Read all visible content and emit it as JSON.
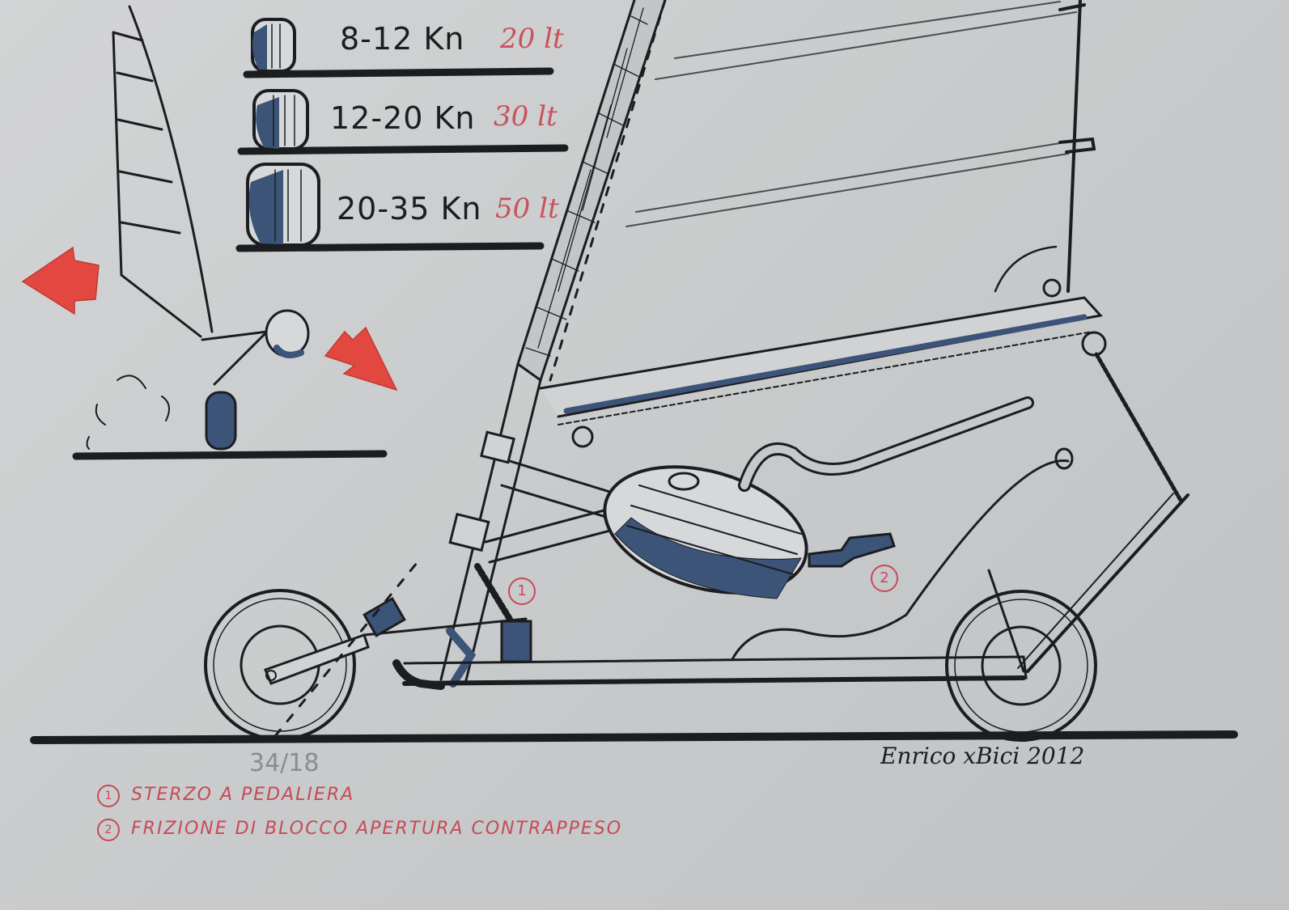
{
  "drawing": {
    "type": "hand-drawn design sketch",
    "subject": "land yacht / sail scooter with ballast barrel",
    "colors": {
      "paper": "#c9cbcc",
      "ink": "#1c1d20",
      "blue_marker": "#3c5478",
      "red_marker": "#e2483f",
      "red_text": "#c84a55"
    }
  },
  "ballast_table": [
    {
      "wind": "8-12 Kn",
      "volume": "20 lt"
    },
    {
      "wind": "12-20 Kn",
      "volume": "30 lt"
    },
    {
      "wind": "20-35 Kn",
      "volume": "50 lt"
    }
  ],
  "callouts": [
    {
      "number": "1"
    },
    {
      "number": "2"
    }
  ],
  "legend": [
    {
      "number": "1",
      "text": "STERZO A PEDALIERA"
    },
    {
      "number": "2",
      "text": "FRIZIONE DI BLOCCO APERTURA CONTRAPPESO"
    }
  ],
  "pencil_note": "34/18",
  "signature": "Enrico xBici 2012",
  "arrows": [
    {
      "direction": "left",
      "color": "#e2483f"
    },
    {
      "direction": "down-right",
      "color": "#e2483f"
    }
  ]
}
